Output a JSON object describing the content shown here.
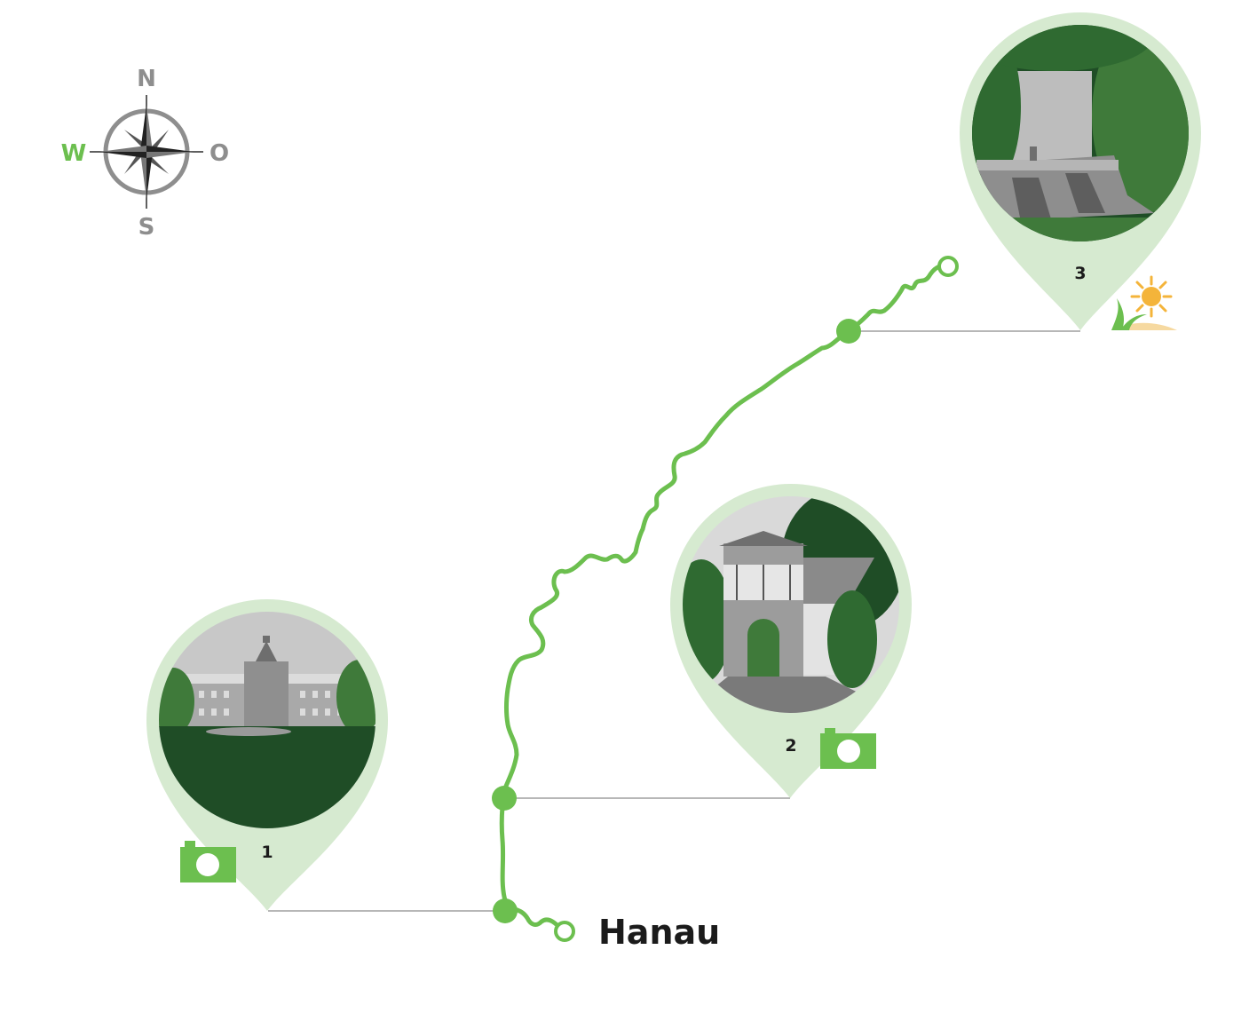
{
  "compass": {
    "north": "N",
    "south": "S",
    "west": "W",
    "east": "O",
    "highlight_color": "#6cbf4f",
    "letter_color": "#8e8e8e"
  },
  "route": {
    "color": "#6cbf4f",
    "start_label": "Hanau"
  },
  "stops": [
    {
      "number": "1",
      "icon": "camera-icon"
    },
    {
      "number": "2",
      "icon": "camera-icon"
    },
    {
      "number": "3",
      "icon": "nature-sun-icon"
    }
  ],
  "colors": {
    "pin_fill": "#d6ead0",
    "photo_dark_green": "#1f4d26",
    "photo_mid_green": "#3f7a3a",
    "camera_fill": "#6cbf4f",
    "sun": "#f4b43a",
    "leader_line": "#8c8c8c"
  }
}
